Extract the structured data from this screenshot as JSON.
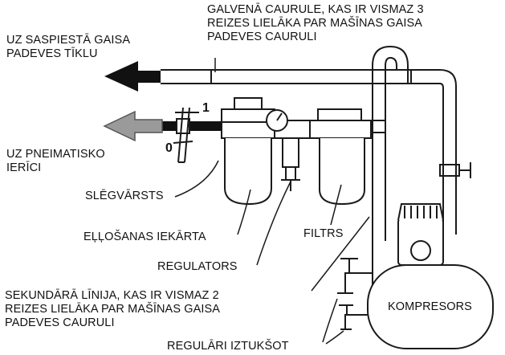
{
  "labels": {
    "main_pipe": [
      "GALVENĀ CAURULE, KAS IR VISMAZ 3",
      "REIZES LIELĀKA PAR MAŠĪNAS GAISA",
      "PADEVES CAURULI"
    ],
    "to_network": [
      "UZ SASPIESTĀ GAISA",
      "PADEVES TĪKLU"
    ],
    "to_device": [
      "UZ PNEIMATISKO",
      "IERĪCI"
    ],
    "valve": "SLĒGVĀRSTS",
    "lubricator": "EĻĻOŠANAS IEKĀRTA",
    "filter": "FILTRS",
    "regulator": "REGULATORS",
    "secondary_line": [
      "SEKUNDĀRĀ LĪNIJA, KAS IR VISMAZ 2",
      "REIZES LIELĀKA PAR MAŠĪNAS GAISA",
      "PADEVES CAURULI"
    ],
    "compressor": "KOMPRESORS",
    "drain": "REGULĀRI IZTUKŠOT",
    "valve_open": "1",
    "valve_closed": "0"
  },
  "colors": {
    "line": "#1a1a1a",
    "arrow_network": "#111111",
    "arrow_device": "#9a9a9a"
  }
}
